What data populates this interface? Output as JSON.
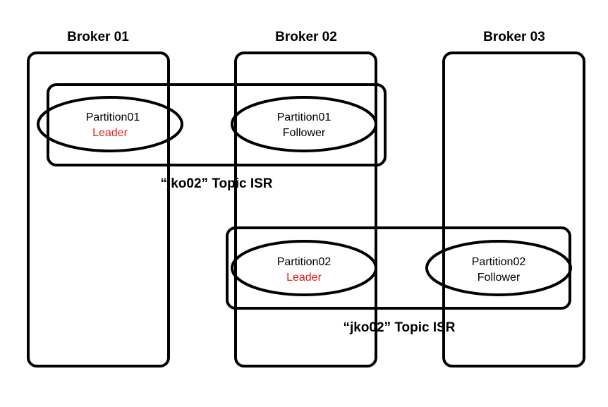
{
  "colors": {
    "stroke": "#000000",
    "leader": "#e02020",
    "follower": "#000000",
    "background": "#ffffff"
  },
  "brokers": [
    {
      "title": "Broker 01"
    },
    {
      "title": "Broker 02"
    },
    {
      "title": "Broker 03"
    }
  ],
  "isr_groups": [
    {
      "label": "“jko02” Topic ISR"
    },
    {
      "label": "“jko02” Topic ISR"
    }
  ],
  "partitions": [
    {
      "name": "Partition01",
      "role": "Leader"
    },
    {
      "name": "Partition01",
      "role": "Follower"
    },
    {
      "name": "Partition02",
      "role": "Leader"
    },
    {
      "name": "Partition02",
      "role": "Follower"
    }
  ]
}
